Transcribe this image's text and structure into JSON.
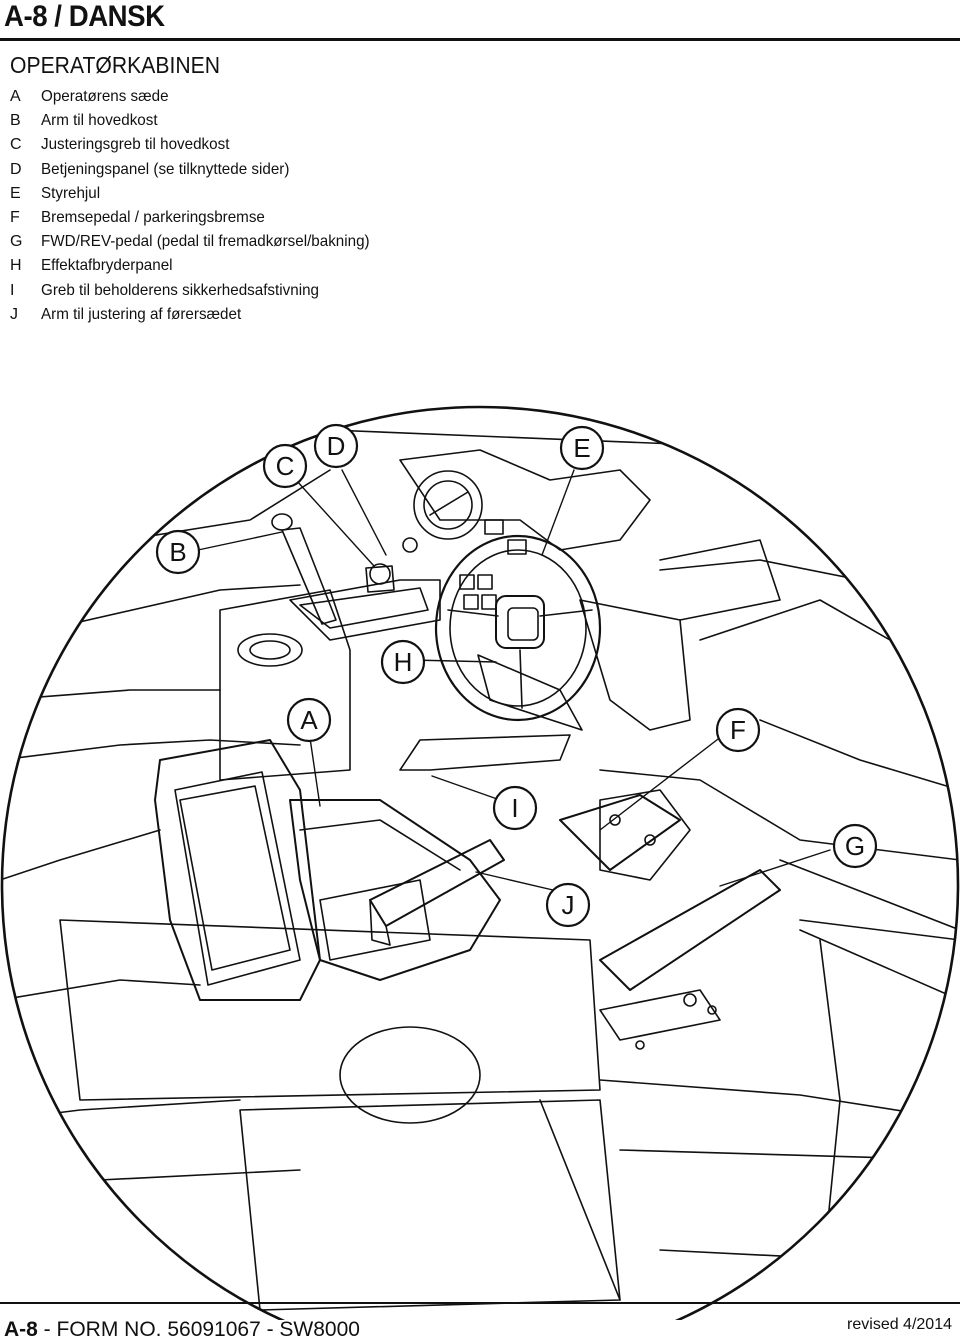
{
  "header": {
    "title": "A-8 / DANSK"
  },
  "section": {
    "title": "OPERATØRKABINEN",
    "items": [
      {
        "letter": "A",
        "text": "Operatørens sæde"
      },
      {
        "letter": "B",
        "text": "Arm til hovedkost"
      },
      {
        "letter": "C",
        "text": "Justeringsgreb til hovedkost"
      },
      {
        "letter": "D",
        "text": "Betjeningspanel (se tilknyttede sider)"
      },
      {
        "letter": "E",
        "text": "Styrehjul"
      },
      {
        "letter": "F",
        "text": "Bremsepedal / parkeringsbremse"
      },
      {
        "letter": "G",
        "text": "FWD/REV-pedal (pedal til fremadkørsel/bakning)"
      },
      {
        "letter": "H",
        "text": "Effektafbryderpanel"
      },
      {
        "letter": "I",
        "text": "Greb til beholderens sikkerhedsafstivning"
      },
      {
        "letter": "J",
        "text": "Arm til justering af førersædet"
      }
    ]
  },
  "callouts": {
    "A": "A",
    "B": "B",
    "C": "C",
    "D": "D",
    "E": "E",
    "F": "F",
    "G": "G",
    "H": "H",
    "I": "I",
    "J": "J"
  },
  "footer": {
    "page_ref": "A-8",
    "form": " - FORM NO. 56091067 - SW8000",
    "revised": "revised 4/2014"
  }
}
